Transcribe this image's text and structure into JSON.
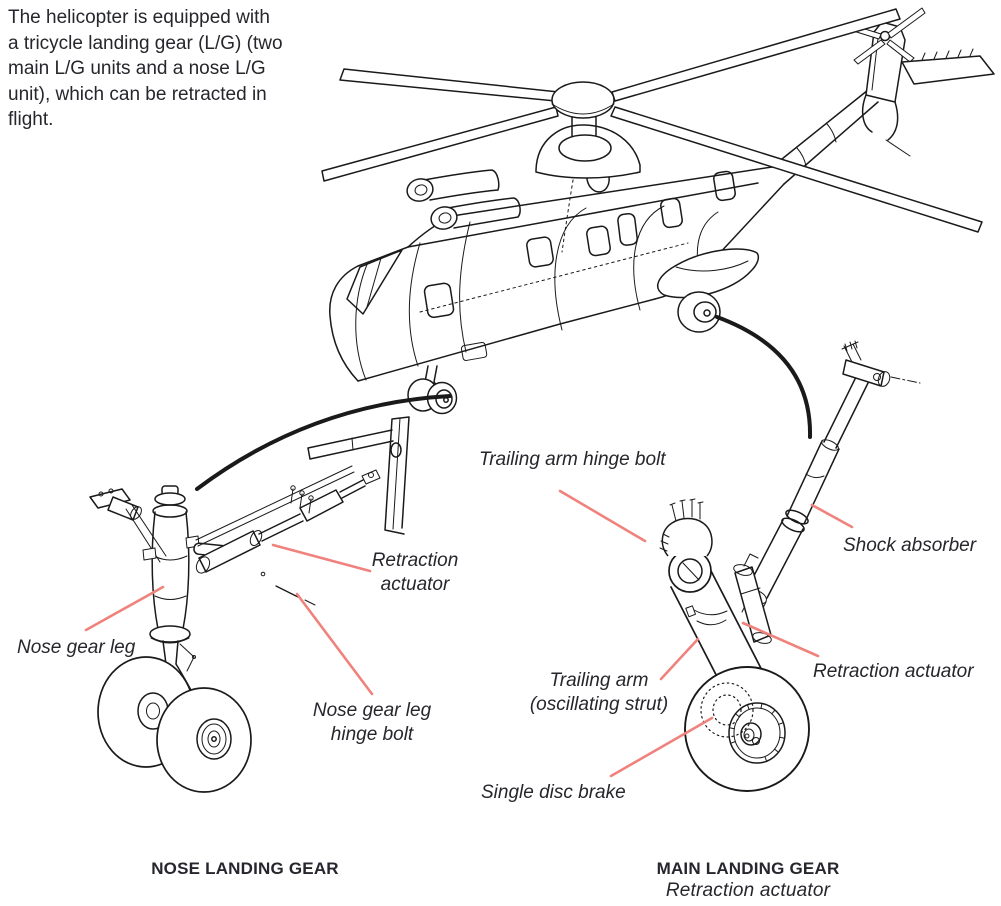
{
  "intro": {
    "lines": [
      "The helicopter is equipped with",
      "a tricycle landing gear (L/G) (two",
      "main L/G units and a nose L/G",
      "unit), which can be retracted in",
      "flight."
    ]
  },
  "figure": {
    "labels": {
      "nose_retraction_actuator": [
        "Retraction",
        "actuator"
      ],
      "nose_gear_leg": "Nose gear leg",
      "nose_gear_leg_hinge_bolt": [
        "Nose gear leg",
        "hinge bolt"
      ],
      "trailing_arm_hinge_bolt": "Trailing arm hinge bolt",
      "shock_absorber": "Shock absorber",
      "main_retraction_actuator": "Retraction actuator",
      "trailing_arm": [
        "Trailing arm",
        "(oscillating strut)"
      ],
      "single_disc_brake": "Single disc brake"
    },
    "captions": {
      "nose": "NOSE LANDING GEAR",
      "main": "MAIN LANDING GEAR",
      "main_sub": "Retraction actuator"
    },
    "colors": {
      "leader_line": "#f0827d",
      "ink": "#1a1a1a"
    }
  }
}
